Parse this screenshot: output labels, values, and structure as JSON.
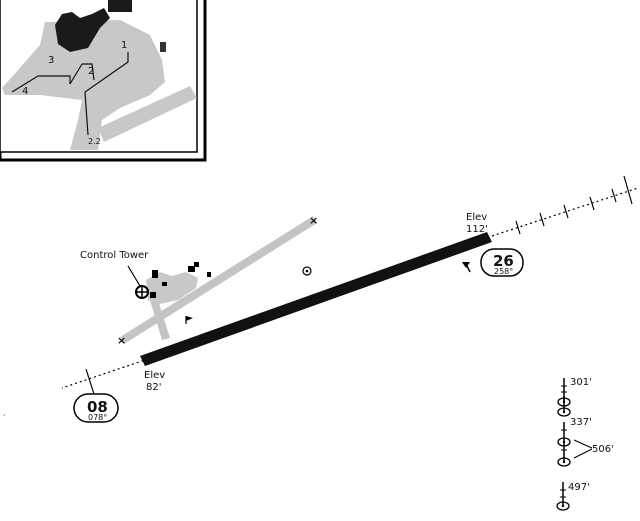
{
  "inset": {
    "taxiway_labels": [
      "1",
      "2",
      "3",
      "4"
    ],
    "scale_label": "2.2"
  },
  "control_tower_label": "Control Tower",
  "runway": {
    "end_west": {
      "number": "08",
      "heading": "078°",
      "elev_line1": "Elev",
      "elev_line2": "82'"
    },
    "end_east": {
      "number": "26",
      "heading": "258°",
      "elev_line1": "Elev",
      "elev_line2": "112'"
    }
  },
  "obstacles": [
    "301'",
    "337'",
    "506'",
    "497'"
  ]
}
